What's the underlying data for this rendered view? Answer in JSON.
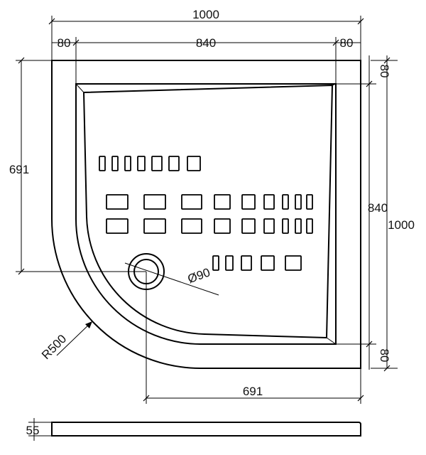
{
  "drawing": {
    "subject": "",
    "dimensions": {
      "overall_width": "1000",
      "left_rim": "80",
      "inner_width": "840",
      "right_rim": "80",
      "right_top_rim": "80",
      "right_inner_height": "840",
      "right_overall_height": "1000",
      "right_bottom_rim": "80",
      "left_height": "691",
      "bottom_width": "691",
      "radius": "R500",
      "drain_diameter": "Ø90",
      "tray_height": "55"
    }
  }
}
